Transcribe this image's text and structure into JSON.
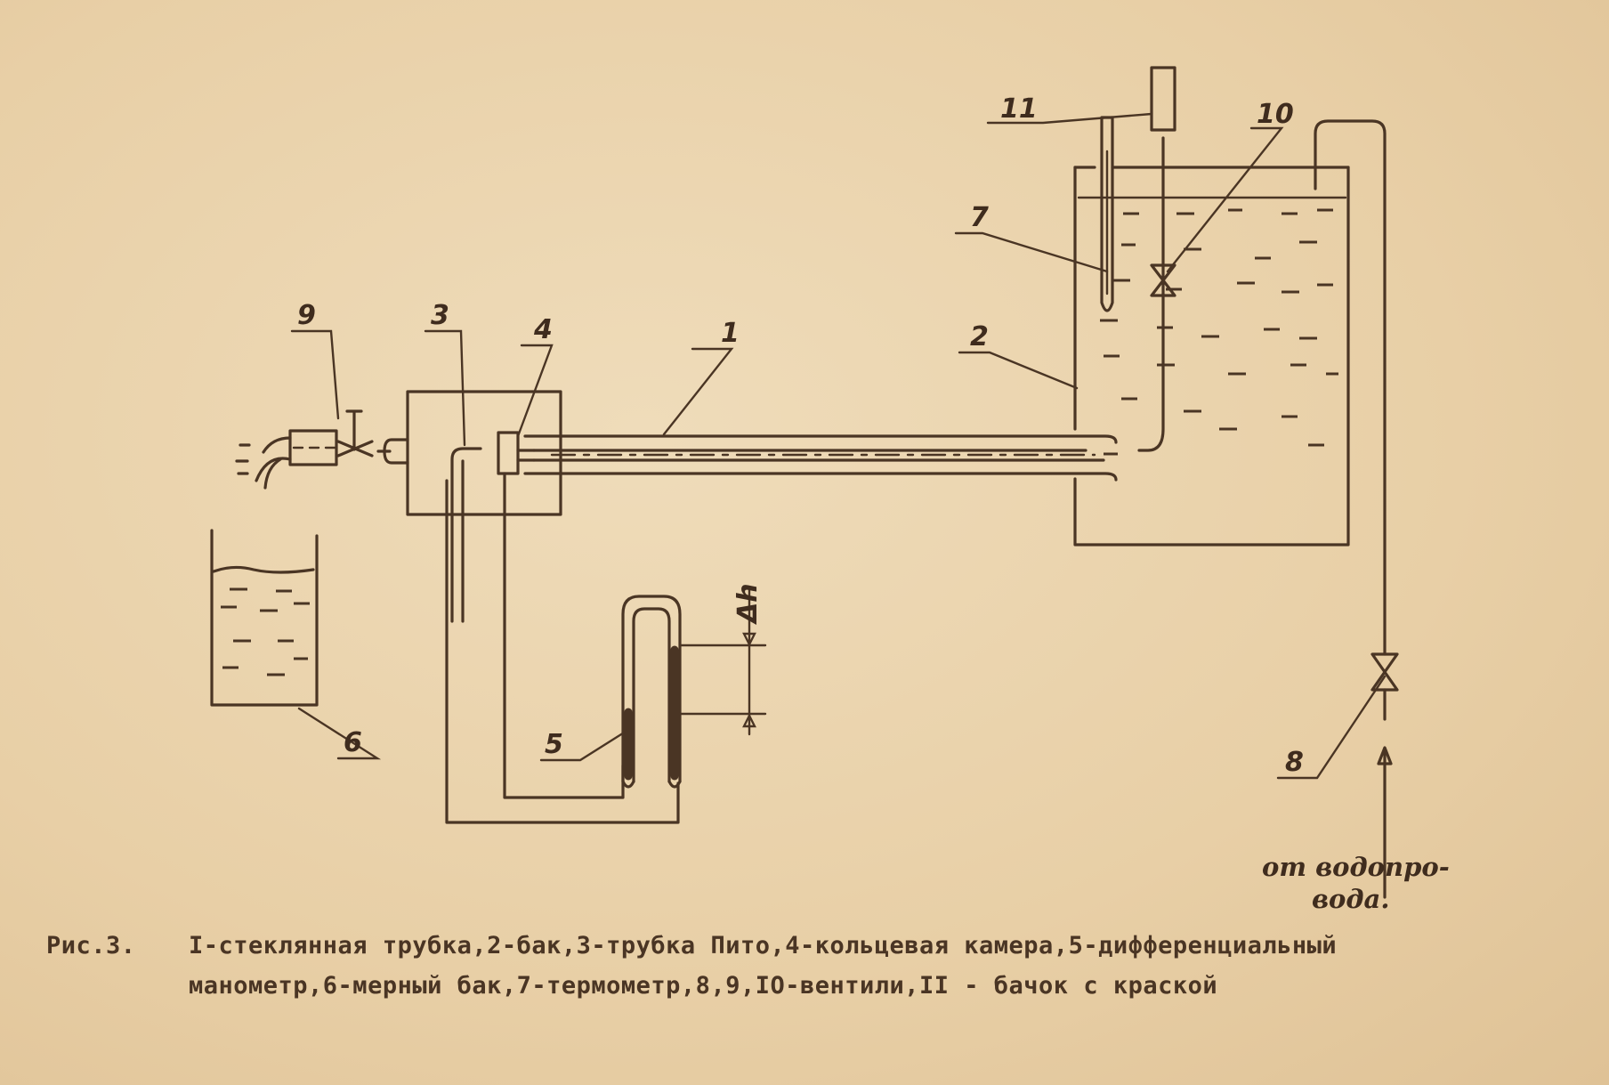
{
  "labels": {
    "l1": "1",
    "l2": "2",
    "l3": "3",
    "l4": "4",
    "l5": "5",
    "l6": "6",
    "l7": "7",
    "l8": "8",
    "l9": "9",
    "l10": "10",
    "l11": "11",
    "dh": "Δh",
    "source_line1": "от водопро-",
    "source_line2": "вода."
  },
  "caption": {
    "figure": "Рис.3.",
    "line1": "I-стеклянная трубка,2-бак,3-трубка Пито,4-кольцевая камера,5-дифференциальный",
    "line2": "манометр,6-мерный бак,7-термометр,8,9,IO-вентили,II - бачок с краской"
  }
}
